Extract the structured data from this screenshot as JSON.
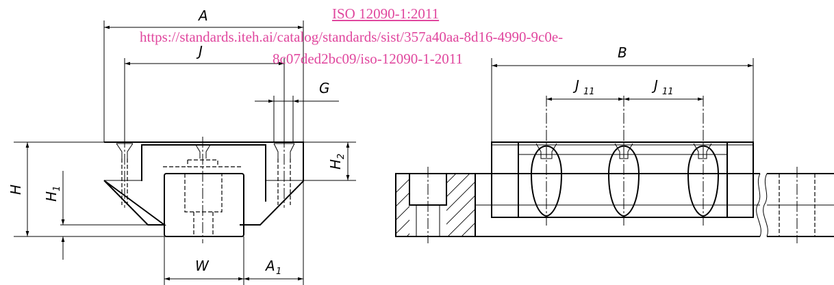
{
  "watermark": {
    "title": "ISO 12090-1:2011",
    "url_line1": "https://standards.iteh.ai/catalog/standards/sist/357a40aa-8d16-4990-9c0e-",
    "url_line2": "8c07ded2bc09/iso-12090-1-2011",
    "color": "#e0479e"
  },
  "dimensions": {
    "A": "A",
    "J": "J",
    "G": "G",
    "B": "B",
    "H": "H",
    "H1_main": "H",
    "H1_sub": "1",
    "H2_main": "H",
    "H2_sub": "2",
    "W": "W",
    "A1_main": "A",
    "A1_sub": "1",
    "J11a_main": "J",
    "J11a_sub": "11",
    "J11b_main": "J",
    "J11b_sub": "11"
  }
}
